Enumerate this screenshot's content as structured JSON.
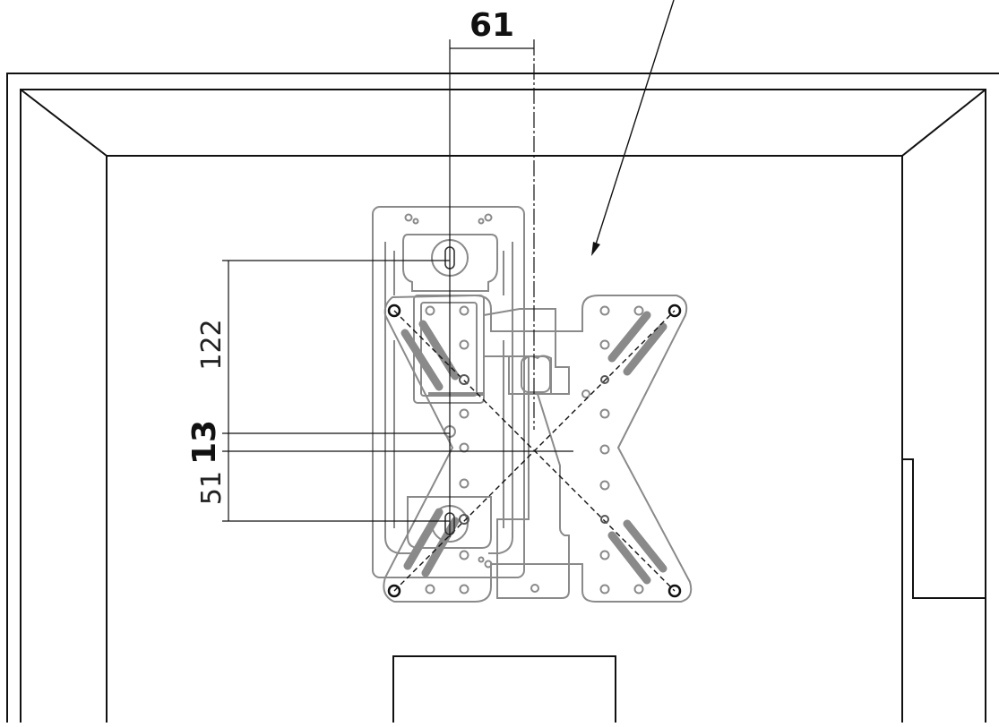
{
  "diagram": {
    "dimensions": {
      "horizontal_offset": "61",
      "vertical_top": "122",
      "vertical_mid": "13",
      "vertical_bottom": "51"
    },
    "colors": {
      "outline": "#111111",
      "bracket": "#8a8a8a",
      "background": "#ffffff"
    }
  }
}
